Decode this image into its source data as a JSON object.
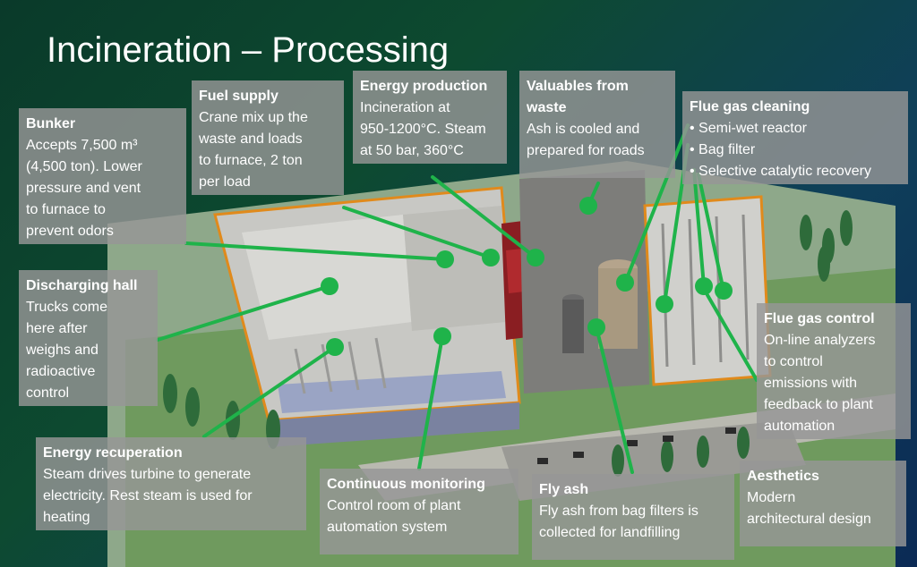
{
  "title": "Incineration – Processing",
  "colors": {
    "accent_green": "#1fb34a",
    "box_gray": "#969696",
    "text": "#ffffff"
  },
  "boxes": {
    "bunker": {
      "head": "Bunker",
      "lines": [
        "Accepts 7,500 m³",
        "(4,500 ton). Lower",
        "pressure and vent",
        "to furnace to",
        "prevent odors"
      ]
    },
    "fuel": {
      "head": "Fuel supply",
      "lines": [
        "Crane mix up the",
        "waste and loads",
        "to furnace, 2 ton",
        "per load"
      ]
    },
    "energy_prod": {
      "head": "Energy production",
      "lines": [
        "Incineration at",
        "950-1200°C. Steam",
        "at 50 bar, 360°C"
      ]
    },
    "valuables": {
      "head": "Valuables from",
      "lines": [
        "waste",
        "Ash is cooled and",
        "prepared for roads"
      ]
    },
    "flue_clean": {
      "head": "Flue gas cleaning",
      "bullets": [
        "Semi-wet reactor",
        "Bag filter",
        "Selective catalytic recovery"
      ]
    },
    "discharging": {
      "head": "Discharging hall",
      "lines": [
        "Trucks come",
        "here after",
        "weighs and",
        "radioactive",
        "control"
      ]
    },
    "flue_control": {
      "head": "Flue gas control",
      "lines": [
        "On-line analyzers",
        "to control",
        "emissions with",
        "feedback to plant",
        "automation"
      ]
    },
    "energy_recup": {
      "head": "Energy recuperation",
      "lines": [
        "Steam drives turbine to generate",
        "electricity. Rest steam is used for",
        "heating"
      ]
    },
    "continuous": {
      "head": "Continuous monitoring",
      "lines": [
        "Control room of plant",
        "automation system"
      ]
    },
    "fly_ash": {
      "head": "Fly ash",
      "lines": [
        "Fly ash from bag filters is",
        "collected for landfilling"
      ]
    },
    "aesthetics": {
      "head": "Aesthetics",
      "lines": [
        "Modern",
        "architectural design"
      ]
    }
  }
}
